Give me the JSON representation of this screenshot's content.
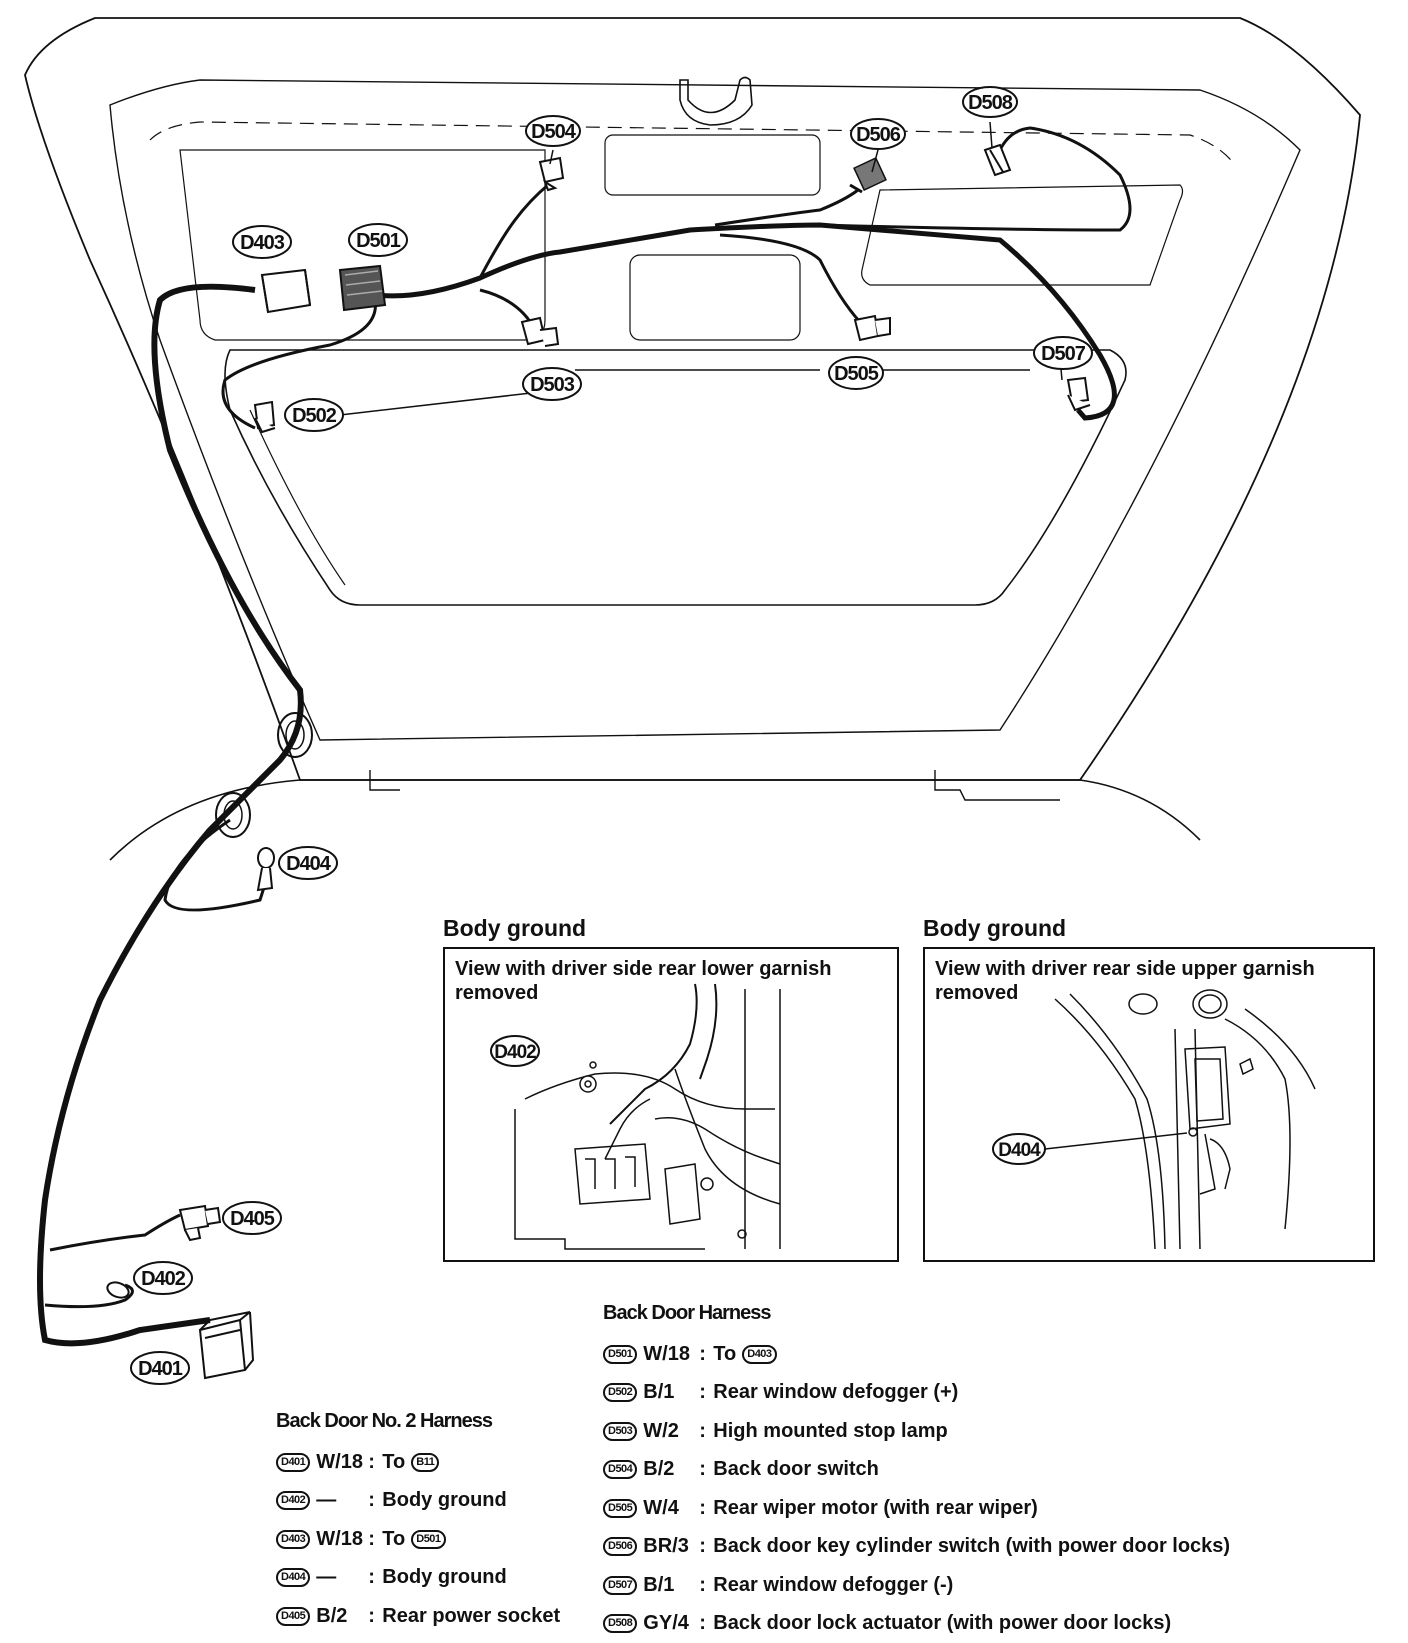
{
  "connectors": {
    "d401": "D401",
    "d402": "D402",
    "d403": "D403",
    "d404": "D404",
    "d405": "D405",
    "d501": "D501",
    "d502": "D502",
    "d503": "D503",
    "d504": "D504",
    "d505": "D505",
    "d506": "D506",
    "d507": "D507",
    "d508": "D508"
  },
  "insets": [
    {
      "title": "Body ground",
      "view": "View with driver side rear lower garnish removed",
      "connector": "D402"
    },
    {
      "title": "Body ground",
      "view": "View with driver rear side upper garnish removed",
      "connector": "D404"
    }
  ],
  "legend_back_door_no2": {
    "heading": "Back Door No. 2 Harness",
    "rows": [
      {
        "id": "D401",
        "wire": "W/18",
        "sep": ":",
        "desc": "To",
        "ref": "B11"
      },
      {
        "id": "D402",
        "wire": "—",
        "sep": ":",
        "desc": "Body ground",
        "ref": ""
      },
      {
        "id": "D403",
        "wire": "W/18",
        "sep": ":",
        "desc": "To",
        "ref": "D501"
      },
      {
        "id": "D404",
        "wire": "—",
        "sep": ":",
        "desc": "Body ground",
        "ref": ""
      },
      {
        "id": "D405",
        "wire": "B/2",
        "sep": ":",
        "desc": "Rear power socket",
        "ref": ""
      }
    ]
  },
  "legend_back_door": {
    "heading": "Back Door Harness",
    "rows": [
      {
        "id": "D501",
        "wire": "W/18",
        "sep": ":",
        "desc": "To",
        "ref": "D403"
      },
      {
        "id": "D502",
        "wire": "B/1",
        "sep": ":",
        "desc": "Rear window defogger (+)",
        "ref": ""
      },
      {
        "id": "D503",
        "wire": "W/2",
        "sep": ":",
        "desc": "High mounted stop lamp",
        "ref": ""
      },
      {
        "id": "D504",
        "wire": "B/2",
        "sep": ":",
        "desc": "Back door switch",
        "ref": ""
      },
      {
        "id": "D505",
        "wire": "W/4",
        "sep": ":",
        "desc": "Rear wiper motor (with rear wiper)",
        "ref": ""
      },
      {
        "id": "D506",
        "wire": "BR/3",
        "sep": ":",
        "desc": "Back door key cylinder switch (with power door locks)",
        "ref": ""
      },
      {
        "id": "D507",
        "wire": "B/1",
        "sep": ":",
        "desc": "Rear window defogger (-)",
        "ref": ""
      },
      {
        "id": "D508",
        "wire": "GY/4",
        "sep": ":",
        "desc": "Back door lock actuator (with power door locks)",
        "ref": ""
      }
    ]
  }
}
